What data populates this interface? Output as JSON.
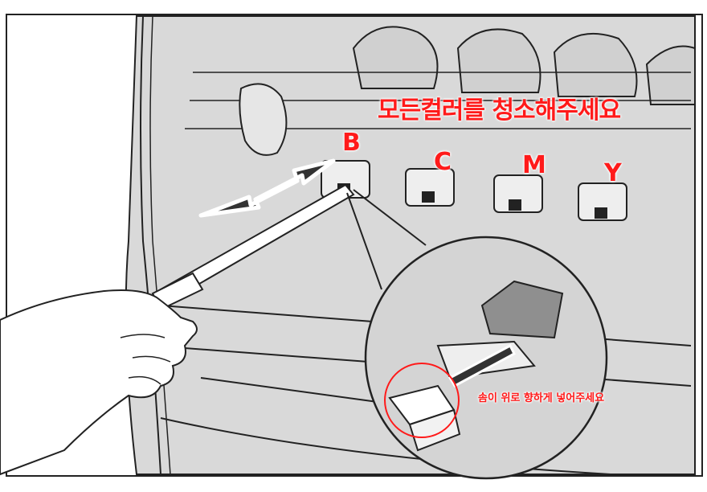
{
  "instruction": "모든컬러를 청소해주세요",
  "slot_labels": [
    "B",
    "C",
    "M",
    "Y"
  ],
  "hint": "솜이 위로 향하게 넣어주세요",
  "colors": {
    "label_red": "#ff1a1a",
    "machine_gray": "#d9d9d9",
    "outline": "#222222"
  }
}
